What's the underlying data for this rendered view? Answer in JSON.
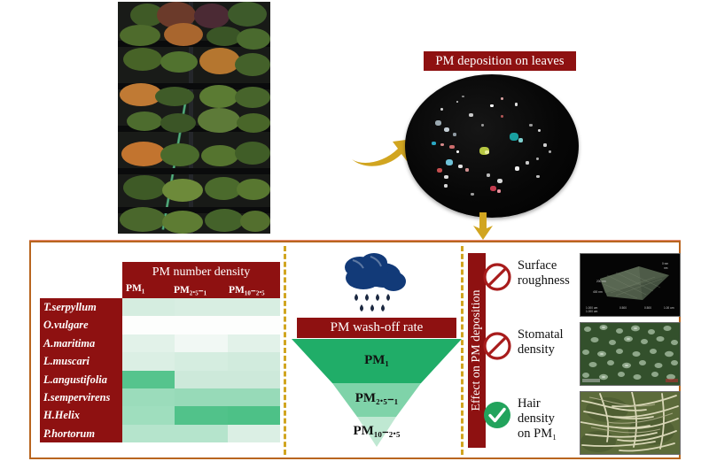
{
  "colors": {
    "dark_red": "#8e1111",
    "frame_border": "#b8651f",
    "dash_gold": "#d1a520",
    "arrow_gold": "#d1a520",
    "cloud_blue": "#123a78",
    "funnel_dark_green": "#20ad68",
    "funnel_mid_green": "#7fd3a9",
    "funnel_light_green": "#bfe8d2",
    "prohibit_red": "#a81c1c",
    "check_green": "#22a35c"
  },
  "top": {
    "green_wall": {
      "alt": "vertical green wall with mixed plantings"
    },
    "arrow_curve": {
      "name": "curved-arrow"
    },
    "pm_deposition_label": "PM deposition on leaves",
    "pm_ellipse": {
      "alt": "dark-field micrograph of PM particles deposited on a leaf"
    },
    "arrow_down": {
      "name": "down-arrow"
    }
  },
  "heatmap": {
    "title": "PM number density",
    "columns": [
      "PM₁",
      "PM₂.₅₋₁",
      "PM₁₀₋₂.₅"
    ],
    "column_plain": [
      "PM1",
      "PM2.5-1",
      "PM10-2.5"
    ],
    "species": [
      "T.serpyllum",
      "O.vulgare",
      "A.maritima",
      "L.muscari",
      "L.angustifolia",
      "I.sempervirens",
      "H.Helix",
      "P.hortorum"
    ],
    "chart_data": {
      "type": "heatmap",
      "title": "PM number density",
      "xlabel": "",
      "ylabel": "",
      "row_labels": [
        "T.serpyllum",
        "O.vulgare",
        "A.maritima",
        "L.muscari",
        "L.angustifolia",
        "I.sempervirens",
        "H.Helix",
        "P.hortorum"
      ],
      "col_labels": [
        "PM1",
        "PM2.5-1",
        "PM10-2.5"
      ],
      "colorscale": [
        "#ffffff",
        "#20ad68"
      ],
      "values": [
        [
          0.22,
          0.2,
          0.2
        ],
        [
          0.02,
          0.02,
          0.02
        ],
        [
          0.14,
          0.06,
          0.14
        ],
        [
          0.18,
          0.22,
          0.24
        ],
        [
          0.74,
          0.26,
          0.26
        ],
        [
          0.46,
          0.48,
          0.48
        ],
        [
          0.44,
          0.76,
          0.78
        ],
        [
          0.34,
          0.34,
          0.18
        ]
      ],
      "cell_colors": [
        [
          "#d5ede0",
          "#d8eee2",
          "#d8eee2"
        ],
        [
          "#fdfefd",
          "#fdfefd",
          "#fdfefd"
        ],
        [
          "#e2f2e9",
          "#f1f8f4",
          "#e2f2e9"
        ],
        [
          "#dbefe4",
          "#d5ede0",
          "#d1ebdd"
        ],
        [
          "#55c48d",
          "#cde9da",
          "#cde9da"
        ],
        [
          "#9bdcbb",
          "#97dab8",
          "#97dab8"
        ],
        [
          "#9fdebe",
          "#51c28a",
          "#4dc187"
        ],
        [
          "#b5e4cc",
          "#b5e4cc",
          "#dbefe4"
        ]
      ]
    }
  },
  "washoff": {
    "icon": "rain-cloud-icon",
    "title": "PM wash-off rate",
    "levels": [
      {
        "label": "PM₁",
        "plain": "PM1",
        "color": "#20ad68"
      },
      {
        "label": "PM₂.₅₋₁",
        "plain": "PM2.5-1",
        "color": "#7fd3a9"
      },
      {
        "label": "PM₁₀₋₂.₅",
        "plain": "PM10-2.5",
        "color": "#bfe8d2"
      }
    ],
    "chart_data": {
      "type": "bar",
      "title": "PM wash-off rate",
      "categories": [
        "PM1",
        "PM2.5-1",
        "PM10-2.5"
      ],
      "values": [
        3,
        2,
        1
      ],
      "note": "inverted funnel: wash-off rate decreases from PM1 to PM10-2.5",
      "xlabel": "",
      "ylabel": "wash-off rate"
    }
  },
  "effects": {
    "vertical_label": "Effect on PM deposition",
    "rows": [
      {
        "icon": "prohibition-icon",
        "effect": "none",
        "line1": "Surface",
        "line2": "roughness",
        "image_alt": "3D surface roughness topography map"
      },
      {
        "icon": "prohibition-icon",
        "effect": "none",
        "line1": "Stomatal",
        "line2": "density",
        "image_alt": "leaf epidermis micrograph showing stomata"
      },
      {
        "icon": "check-circle-icon",
        "effect": "positive",
        "line1": "Hair",
        "line2": "density",
        "line3": "on PM₁",
        "line3_plain": "on PM1",
        "image_alt": "leaf surface micrograph showing trichomes (hairs)"
      }
    ]
  }
}
